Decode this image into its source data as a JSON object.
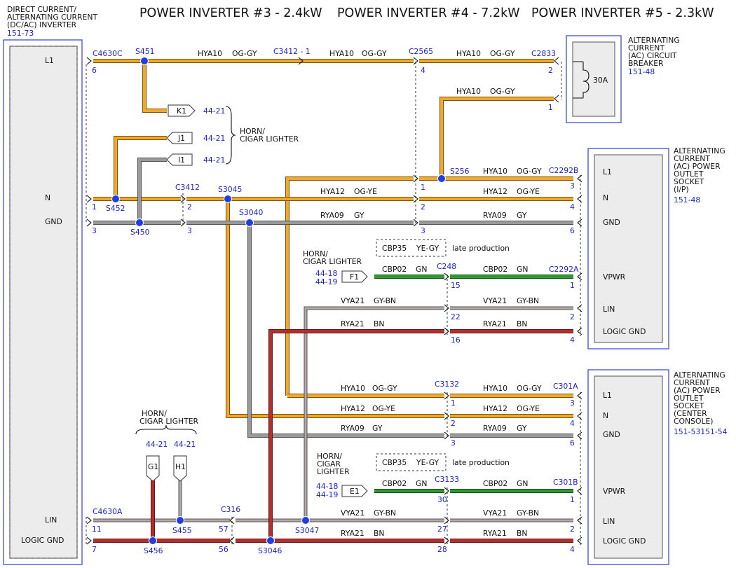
{
  "titles": [
    "POWER INVERTER #3 - 2.4kW",
    "POWER INVERTER #4 - 7.2kW",
    "POWER INVERTER #5 - 2.3kW"
  ],
  "inverter": {
    "name_lines": [
      "DIRECT CURRENT/",
      "ALTERNATING CURRENT",
      "(DC/AC) INVERTER"
    ],
    "ref": "151-73",
    "pins": [
      "L1",
      "N",
      "GND",
      "LIN",
      "LOGIC GND"
    ]
  },
  "breaker": {
    "name_lines": [
      "ALTERNATING",
      "CURRENT",
      "(AC) CIRCUIT",
      "BREAKER"
    ],
    "ref": "151-48",
    "rating": "30A",
    "connector": "C2833",
    "pins": [
      "2",
      "1"
    ]
  },
  "socket_ip": {
    "name_lines": [
      "ALTERNATING",
      "CURRENT",
      "(AC) POWER",
      "OUTLET",
      "SOCKET",
      "(I/P)"
    ],
    "ref": "151-48",
    "pins": [
      "L1",
      "N",
      "GND",
      "VPWR",
      "LIN",
      "LOGIC GND"
    ]
  },
  "socket_cc": {
    "name_lines": [
      "ALTERNATING",
      "CURRENT",
      "(AC) POWER",
      "OUTLET",
      "SOCKET",
      "(CENTER",
      "CONSOLE)"
    ],
    "ref": "151-53151-54",
    "pins": [
      "L1",
      "N",
      "GND",
      "VPWR",
      "LIN",
      "LOGIC GND"
    ]
  },
  "horn_labels": {
    "top": [
      "HORN/",
      "CIGAR LIGHTER"
    ],
    "mid": [
      "HORN/",
      "CIGAR LIGHTER"
    ],
    "bottom_left": [
      "HORN/",
      "CIGAR LIGHTER"
    ],
    "bottom_mid": [
      "HORN/",
      "CIGAR",
      "LIGHTER"
    ]
  },
  "terminals": {
    "K1": {
      "label": "K1",
      "ref": "44-21"
    },
    "J1": {
      "label": "J1",
      "ref": "44-21"
    },
    "I1": {
      "label": "I1",
      "ref": "44-21"
    },
    "F1": {
      "label": "F1",
      "ref1": "44-18",
      "ref2": "44-19"
    },
    "E1": {
      "label": "E1",
      "ref1": "44-18",
      "ref2": "44-19"
    },
    "G1": {
      "label": "G1",
      "ref": "44-21"
    },
    "H1": {
      "label": "H1",
      "ref": "44-21"
    }
  },
  "connectors": {
    "C4630C": "C4630C",
    "C3412_1": "C3412 - 1",
    "C2565": "C2565",
    "C2833": "C2833",
    "C3412": "C3412",
    "C2292B": "C2292B",
    "C248": "C248",
    "C2292A": "C2292A",
    "C3132": "C3132",
    "C301A": "C301A",
    "C3133": "C3133",
    "C301B": "C301B",
    "C4630A": "C4630A",
    "C316": "C316"
  },
  "splices": {
    "S451": "S451",
    "S452": "S452",
    "S450": "S450",
    "S3045": "S3045",
    "S3040": "S3040",
    "S256": "S256",
    "S455": "S455",
    "S456": "S456",
    "S3046": "S3046",
    "S3047": "S3047"
  },
  "pin_numbers": {
    "c4630c_6": "6",
    "c4630c_1": "1",
    "c4630c_3": "3",
    "c3412_2": "2",
    "c3412_3": "3",
    "c2565_4": "4",
    "c2565_1": "1",
    "c2565_2": "2",
    "c2565_3": "3",
    "c2292b_3": "3",
    "c2292b_4": "4",
    "c2292b_6": "6",
    "c248_15": "15",
    "c248_22": "22",
    "c248_16": "16",
    "c2292a_1": "1",
    "c2292a_2": "2",
    "c2292a_4": "4",
    "c3132_1": "1",
    "c3132_2": "2",
    "c3132_3": "3",
    "c301a_3": "3",
    "c301a_4": "4",
    "c301a_6": "6",
    "c3133_30": "30",
    "c3133_27": "27",
    "c3133_28": "28",
    "c301b_1": "1",
    "c301b_2": "2",
    "c301b_4": "4",
    "c4630a_11": "11",
    "c4630a_7": "7",
    "c316_57": "57",
    "c316_56": "56"
  },
  "wire_labels": {
    "hya10": "HYA10",
    "og_gy": "OG-GY",
    "hya12": "HYA12",
    "og_ye": "OG-YE",
    "rya09": "RYA09",
    "gy": "GY",
    "cbp02": "CBP02",
    "gn": "GN",
    "vya21": "VYA21",
    "gy_bn": "GY-BN",
    "rya21": "RYA21",
    "bn": "BN"
  },
  "late_production": {
    "circuit": "CBP35",
    "color": "YE-GY",
    "note": "late production"
  },
  "colors": {
    "og": "#f0a92a",
    "gy": "#9a9a9a",
    "bn": "#b03030",
    "gn": "#2f9a2f",
    "blue": "#1a24c8"
  }
}
